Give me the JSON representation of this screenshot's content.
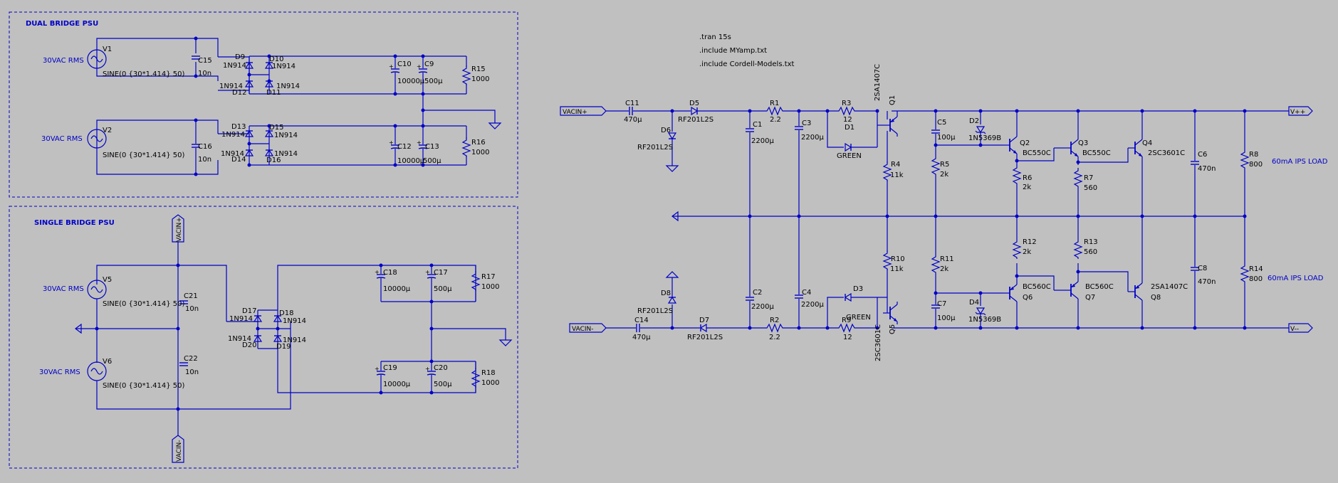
{
  "regions": {
    "dual_title": "DUAL BRIDGE PSU",
    "single_title": "SINGLE BRIDGE PSU"
  },
  "directives": [
    ".tran 15s",
    ".include MYamp.txt",
    ".include Cordell-Models.txt"
  ],
  "sources": {
    "v1": {
      "name": "V1",
      "rms": "30VAC RMS",
      "value": "SINE(0 {30*1.414} 50)"
    },
    "v2": {
      "name": "V2",
      "rms": "30VAC RMS",
      "value": "SINE(0 {30*1.414} 50)"
    },
    "v5": {
      "name": "V5",
      "rms": "30VAC RMS",
      "value": "SINE(0 {30*1.414} 50)"
    },
    "v6": {
      "name": "V6",
      "rms": "30VAC RMS",
      "value": "SINE(0 {30*1.414} 50)"
    }
  },
  "dual": {
    "c15": {
      "name": "C15",
      "value": "10n"
    },
    "c16": {
      "name": "C16",
      "value": "10n"
    },
    "c10": {
      "name": "C10",
      "value": "10000µ"
    },
    "c9": {
      "name": "C9",
      "value": "500µ"
    },
    "c12": {
      "name": "C12",
      "value": "10000µ"
    },
    "c13": {
      "name": "C13",
      "value": "500µ"
    },
    "r15": {
      "name": "R15",
      "value": "1000"
    },
    "r16": {
      "name": "R16",
      "value": "1000"
    },
    "d9": "D9",
    "d10": "D10",
    "d11": "D11",
    "d12": "D12",
    "d13": "D13",
    "d14": "D14",
    "d15": "D15",
    "d16": "D16",
    "diode_model": "1N914"
  },
  "single": {
    "c21": {
      "name": "C21",
      "value": "10n"
    },
    "c22": {
      "name": "C22",
      "value": "10n"
    },
    "c18": {
      "name": "C18",
      "value": "10000µ"
    },
    "c17": {
      "name": "C17",
      "value": "500µ"
    },
    "c19": {
      "name": "C19",
      "value": "10000µ"
    },
    "c20": {
      "name": "C20",
      "value": "500µ"
    },
    "r17": {
      "name": "R17",
      "value": "1000"
    },
    "r18": {
      "name": "R18",
      "value": "1000"
    },
    "d17": "D17",
    "d18": "D18",
    "d19": "D19",
    "d20": "D20",
    "diode_model": "1N914",
    "vacin_plus": "VACIN+",
    "vacin_minus": "VACIN-"
  },
  "reg": {
    "vacin_plus": "VACIN+",
    "vacin_minus": "VACIN-",
    "vpp": "V++",
    "vmm": "V--",
    "c11": {
      "name": "C11",
      "value": "470µ"
    },
    "c14": {
      "name": "C14",
      "value": "470µ"
    },
    "d5": {
      "name": "D5",
      "value": "RF201L2S"
    },
    "d6": {
      "name": "D6",
      "value": "RF201L2S"
    },
    "d7": {
      "name": "D7",
      "value": "RF201L2S"
    },
    "d8": {
      "name": "D8",
      "value": "RF201L2S"
    },
    "r1": {
      "name": "R1",
      "value": "2.2"
    },
    "r2": {
      "name": "R2",
      "value": "2.2"
    },
    "c1": {
      "name": "C1",
      "value": "2200µ"
    },
    "c2": {
      "name": "C2",
      "value": "2200µ"
    },
    "c3": {
      "name": "C3",
      "value": "2200µ"
    },
    "c4": {
      "name": "C4",
      "value": "2200µ"
    },
    "r3": {
      "name": "R3",
      "value": "12"
    },
    "r9": {
      "name": "R9",
      "value": "12"
    },
    "d1": {
      "name": "D1",
      "value": "GREEN"
    },
    "d3": {
      "name": "D3",
      "value": "GREEN"
    },
    "q1": {
      "name": "Q1",
      "value": "2SA1407C"
    },
    "q5": {
      "name": "Q5",
      "value": "2SC3601C"
    },
    "r4": {
      "name": "R4",
      "value": "11k"
    },
    "r10": {
      "name": "R10",
      "value": "11k"
    },
    "c5": {
      "name": "C5",
      "value": "100µ"
    },
    "c7": {
      "name": "C7",
      "value": "100µ"
    },
    "r5": {
      "name": "R5",
      "value": "2k"
    },
    "r11": {
      "name": "R11",
      "value": "2k"
    },
    "d2": {
      "name": "D2",
      "value": "1N5369B"
    },
    "d4": {
      "name": "D4",
      "value": "1N5369B"
    },
    "q2": {
      "name": "Q2",
      "value": "BC550C"
    },
    "q3": {
      "name": "Q3",
      "value": "BC550C"
    },
    "q4": {
      "name": "Q4",
      "value": "2SC3601C"
    },
    "q6": {
      "name": "Q6",
      "value": "BC560C"
    },
    "q7": {
      "name": "Q7",
      "value": "BC560C"
    },
    "q8": {
      "name": "Q8",
      "value": "2SA1407C"
    },
    "r6": {
      "name": "R6",
      "value": "2k"
    },
    "r7": {
      "name": "R7",
      "value": "560"
    },
    "r12": {
      "name": "R12",
      "value": "2k"
    },
    "r13": {
      "name": "R13",
      "value": "560"
    },
    "c6": {
      "name": "C6",
      "value": "470n"
    },
    "c8": {
      "name": "C8",
      "value": "470n"
    },
    "r8": {
      "name": "R8",
      "value": "800"
    },
    "r14": {
      "name": "R14",
      "value": "800"
    },
    "load_top": "60mA IPS LOAD",
    "load_bottom": "60mA IPS LOAD"
  }
}
